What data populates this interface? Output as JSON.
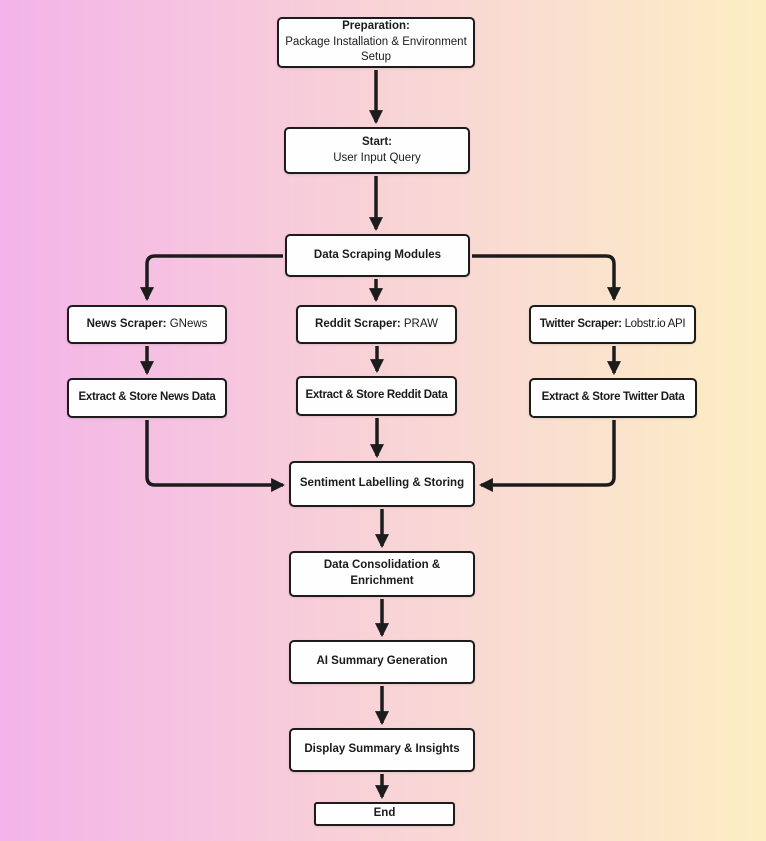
{
  "background": {
    "gradient_left": "#f3b4e9",
    "gradient_mid": "#f8d2d7",
    "gradient_right": "#fceec2"
  },
  "colors": {
    "box_background": "#fffefe",
    "box_border": "#1c1c1c",
    "arrow": "#1c1c1c",
    "text": "#1b1b1b"
  },
  "flowchart": {
    "nodes": {
      "preparation": {
        "title": "Preparation:",
        "subtitle": "Package Installation & Environment Setup"
      },
      "start": {
        "title": "Start:",
        "subtitle": "User Input Query"
      },
      "data_scraping": {
        "label": "Data Scraping Modules"
      },
      "news_scraper": {
        "label_bold": "News Scraper:",
        "label_rest": "GNews"
      },
      "reddit_scraper": {
        "label_bold": "Reddit Scraper:",
        "label_rest": "PRAW"
      },
      "twitter_scraper": {
        "label_bold": "Twitter Scraper:",
        "label_rest": "Lobstr.io API"
      },
      "extract_news": {
        "label": "Extract & Store News Data"
      },
      "extract_reddit": {
        "label": "Extract & Store Reddit Data"
      },
      "extract_twitter": {
        "label": "Extract & Store Twitter Data"
      },
      "sentiment": {
        "label": "Sentiment Labelling & Storing"
      },
      "consolidation": {
        "label": "Data Consolidation & Enrichment"
      },
      "ai_summary": {
        "label": "AI Summary Generation"
      },
      "display_summary": {
        "label": "Display Summary & Insights"
      },
      "end": {
        "label": "End"
      }
    }
  }
}
